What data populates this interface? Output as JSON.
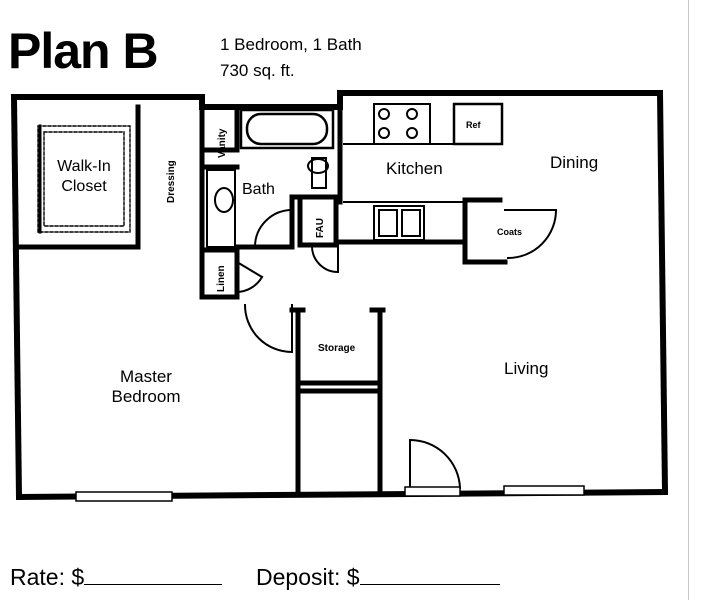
{
  "header": {
    "title": "Plan B",
    "subtitle_line1": "1 Bedroom, 1 Bath",
    "subtitle_line2": "730 sq. ft."
  },
  "rooms": {
    "walk_in_closet_line1": "Walk-In",
    "walk_in_closet_line2": "Closet",
    "dressing": "Dressing",
    "vanity": "Vanity",
    "bath": "Bath",
    "linen": "Linen",
    "fau": "FAU",
    "kitchen": "Kitchen",
    "ref": "Ref",
    "dining": "Dining",
    "coats": "Coats",
    "storage": "Storage",
    "living": "Living",
    "master_bedroom_line1": "Master",
    "master_bedroom_line2": "Bedroom"
  },
  "footer": {
    "rate_label": "Rate: $",
    "deposit_label": "Deposit: $"
  }
}
